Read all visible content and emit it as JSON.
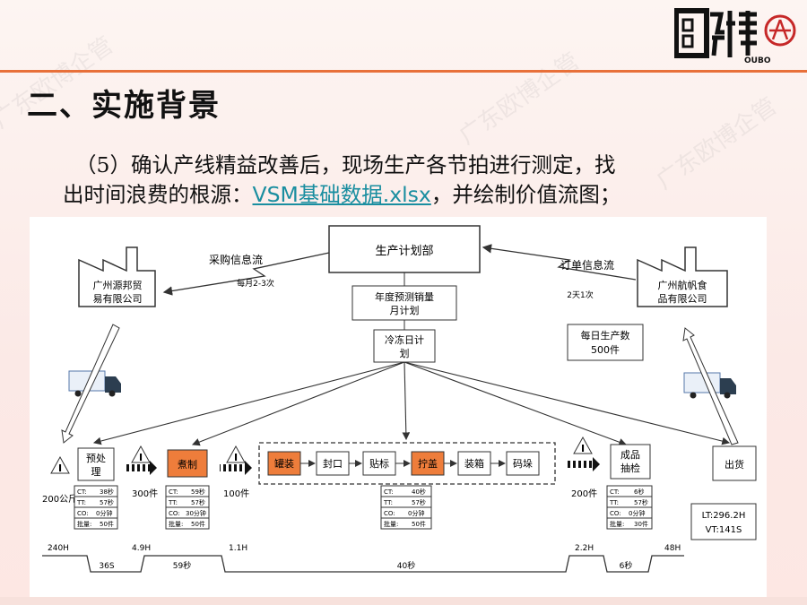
{
  "logo": {
    "text": "OUBO",
    "brand_color": "#c62828"
  },
  "heading": "二、实施背景",
  "paragraph": {
    "line1": "（5）确认产线精益改善后，现场生产各节拍进行测定，找",
    "line2_before": "出时间浪费的根源：",
    "link": "VSM基础数据.xlsx",
    "line2_after": "，并绘制价值流图；"
  },
  "watermark": "广东欧博企管",
  "colors": {
    "accent": "#e8703a",
    "link": "#1a8ea0",
    "process_highlight": "#ee7d3b"
  },
  "vsm": {
    "planning": "生产计划部",
    "supplier": [
      "广州源邦贸",
      "易有限公司"
    ],
    "customer": [
      "广州航帆食",
      "品有限公司"
    ],
    "purchase_flow": "采购信息流",
    "purchase_freq": "每月2-3次",
    "order_flow": "订单信息流",
    "order_freq": "2天1次",
    "forecast": [
      "年度预测销量",
      "月计划"
    ],
    "daily_plan": [
      "冷冻日计",
      "划"
    ],
    "daily_output": [
      "每日生产数",
      "500件"
    ],
    "inventory_mark": "I",
    "processes": {
      "pre": [
        "预处",
        "理"
      ],
      "cook": "煮制",
      "can": "罐装",
      "seal": "封口",
      "label": "贴标",
      "cap": "拧盖",
      "box": "装箱",
      "stack": "码垛",
      "inspect": [
        "成品",
        "抽检"
      ],
      "ship": "出货"
    },
    "inventories": [
      "200公斤",
      "300件",
      "100件",
      "200件"
    ],
    "data_labels": [
      "CT:",
      "TT:",
      "CO:",
      "批量:"
    ],
    "data_boxes": [
      [
        "38秒",
        "57秒",
        "0分钟",
        "50件"
      ],
      [
        "59秒",
        "57秒",
        "30分钟",
        "50件"
      ],
      [
        "40秒",
        "57秒",
        "0分钟",
        "50件"
      ],
      [
        "6秒",
        "57秒",
        "0分钟",
        "30件"
      ]
    ],
    "lt": "LT:296.2H",
    "vt": "VT:141S",
    "timeline_wait": [
      "240H",
      "4.9H",
      "1.1H",
      "2.2H",
      "48H"
    ],
    "timeline_process": [
      "36S",
      "59秒",
      "40秒",
      "6秒"
    ]
  }
}
